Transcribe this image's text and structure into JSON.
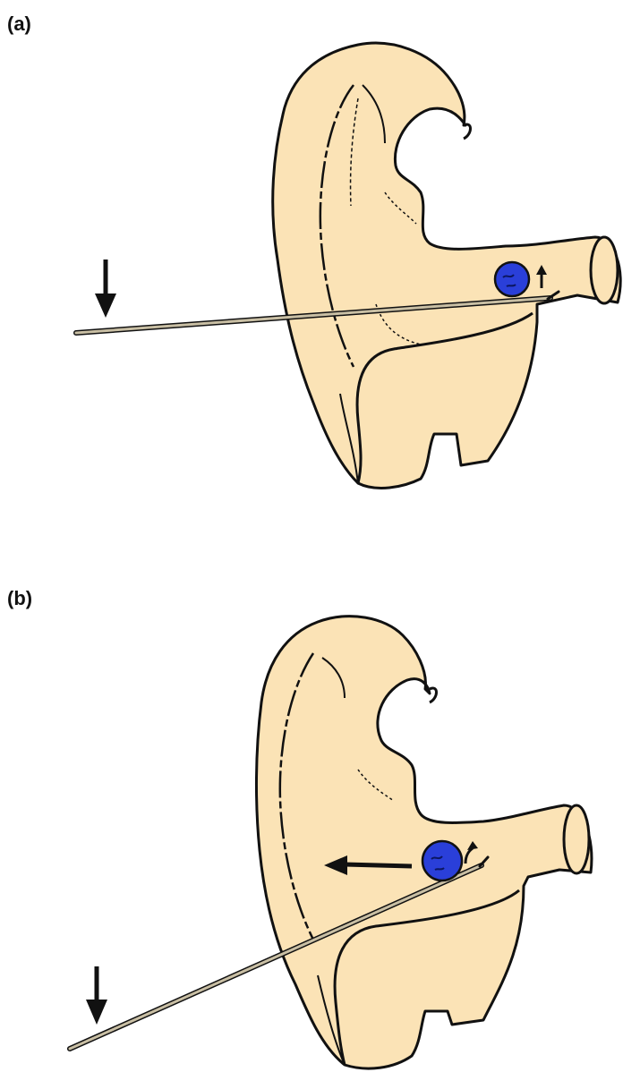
{
  "panels": [
    {
      "label": "(a)"
    },
    {
      "label": "(b)"
    }
  ],
  "colors": {
    "ear_fill": "#FBE3B6",
    "outline": "#111111",
    "foreign_body": "#2A3FD9",
    "probe": "#C9BFA4"
  },
  "icons": [
    "ear-illustration",
    "foreign-body-bead",
    "probe-instrument",
    "down-arrow-icon",
    "up-arrow-icon",
    "left-arrow-icon"
  ]
}
